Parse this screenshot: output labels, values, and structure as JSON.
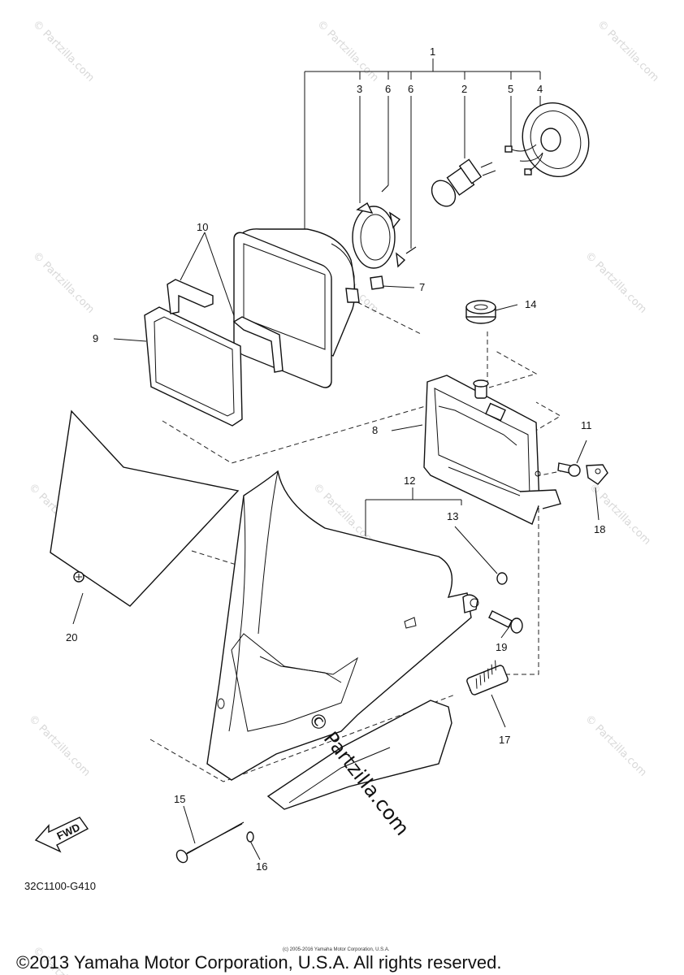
{
  "diagram": {
    "callouts": [
      "1",
      "2",
      "3",
      "4",
      "5",
      "6",
      "6",
      "7",
      "8",
      "9",
      "10",
      "11",
      "12",
      "13",
      "14",
      "15",
      "16",
      "17",
      "18",
      "19",
      "20"
    ],
    "diagram_code": "32C1100-G410",
    "fwd_label": "FWD",
    "watermark_text": "© Partzilla.com",
    "watermark_center": "© Partzilla.com",
    "small_credit": "(c) 2005-2016 Yamaha Motor Corporation, U.S.A.",
    "copyright": "©2013 Yamaha Motor Corporation, U.S.A. All rights reserved."
  }
}
